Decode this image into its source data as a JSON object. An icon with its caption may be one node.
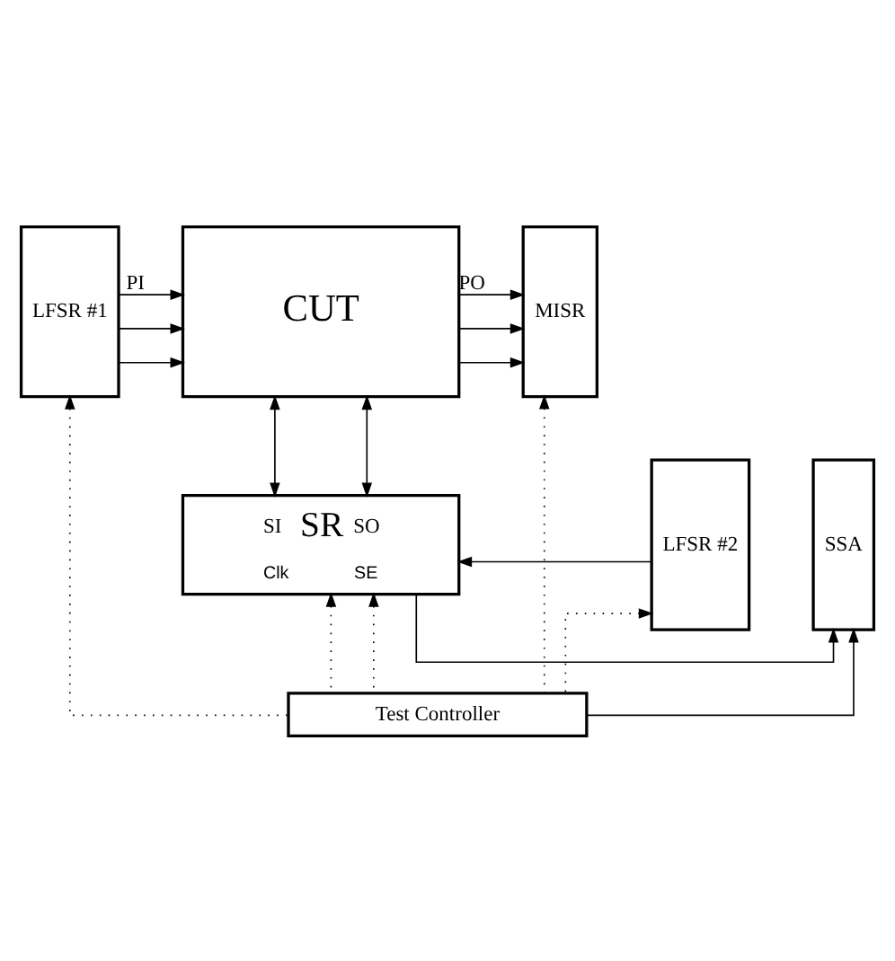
{
  "diagram": {
    "nodes": [
      {
        "text": [
          "LFSR #1"
        ]
      },
      {
        "text": [
          "CUT"
        ]
      },
      {
        "text": [
          "MISR"
        ]
      },
      {
        "text": [
          "SI",
          "SR",
          "SO",
          "Clk",
          "SE"
        ]
      },
      {
        "text": [
          "LFSR #2"
        ]
      },
      {
        "text": [
          "SSA"
        ]
      },
      {
        "text": [
          "Test Controller"
        ]
      }
    ],
    "edges": [
      {
        "from": 0,
        "to": 1,
        "arrow": "to",
        "label": "PI"
      },
      {
        "from": 0,
        "to": 1,
        "arrow": "to"
      },
      {
        "from": 0,
        "to": 1,
        "arrow": "to"
      },
      {
        "from": 1,
        "to": 2,
        "arrow": "to",
        "label": "PO"
      },
      {
        "from": 1,
        "to": 2,
        "arrow": "to"
      },
      {
        "from": 1,
        "to": 2,
        "arrow": "to"
      },
      {
        "from": 1,
        "to": 3,
        "arrow": "both"
      },
      {
        "from": 1,
        "to": 3,
        "arrow": "both"
      },
      {
        "from": 4,
        "to": 3,
        "arrow": "to"
      },
      {
        "from": 3,
        "to": 5,
        "arrow": "to"
      },
      {
        "from": 6,
        "to": 0,
        "arrow": "to",
        "style": "dashed"
      },
      {
        "from": 6,
        "to": 4,
        "arrow": "to",
        "style": "dashed"
      },
      {
        "from": 6,
        "to": 3,
        "arrow": "to",
        "style": "dashed"
      },
      {
        "from": 6,
        "to": 3,
        "arrow": "to",
        "style": "dashed"
      },
      {
        "from": 6,
        "to": 5,
        "arrow": "to"
      },
      {
        "from": 6,
        "to": 2,
        "arrow": "to",
        "style": "dashed"
      }
    ]
  }
}
